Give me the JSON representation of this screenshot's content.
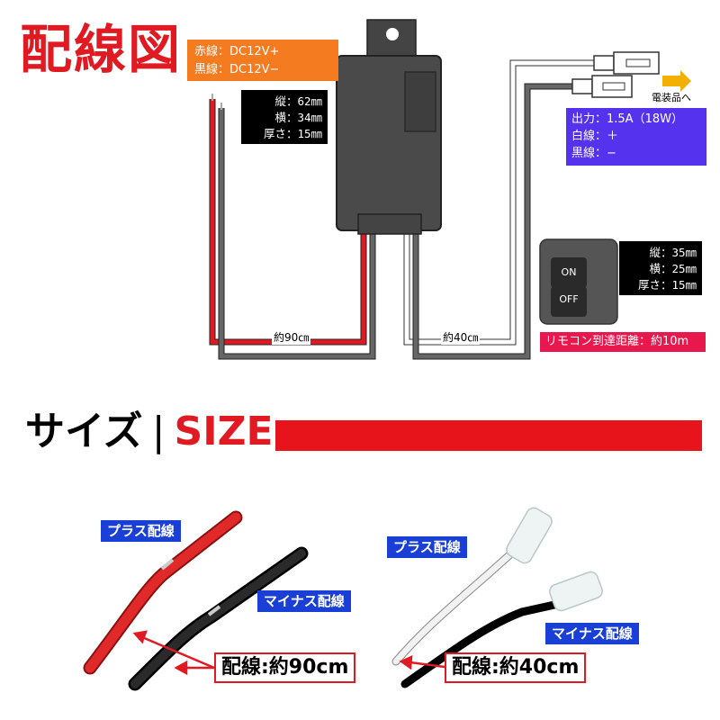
{
  "title": "配線図",
  "orange_box": {
    "line1": "赤線：DC12V+",
    "line2": "黒線：DC12V−"
  },
  "main_unit_dims": {
    "l1": "縦：62㎜",
    "l2": "横：34㎜",
    "l3": "厚さ：15㎜"
  },
  "output_box": {
    "l1": "出力：1.5A（18W）",
    "l2": "白線：＋",
    "l3": "黒線：−"
  },
  "to_device": "電装品へ",
  "remote": {
    "on_label": "ON",
    "off_label": "OFF"
  },
  "remote_dims": {
    "l1": "縦：35㎜",
    "l2": "横：25㎜",
    "l3": "厚さ：15㎜"
  },
  "remote_range": "リモコン到達距離：約10m",
  "length_left": "約90㎝",
  "length_right": "約40㎝",
  "size_section": {
    "jp": "サイズ",
    "sep": "|",
    "en": "SIZE"
  },
  "photo_left": {
    "plus": "プラス配線",
    "minus": "マイナス配線",
    "length": "配線:約90cm"
  },
  "photo_right": {
    "plus": "プラス配線",
    "minus": "マイナス配線",
    "length": "配線:約40cm"
  },
  "colors": {
    "accent_red": "#e01a22",
    "orange": "#f47b20",
    "purple": "#5533ee",
    "pink": "#e8174e",
    "blue": "#1a3fd6"
  }
}
